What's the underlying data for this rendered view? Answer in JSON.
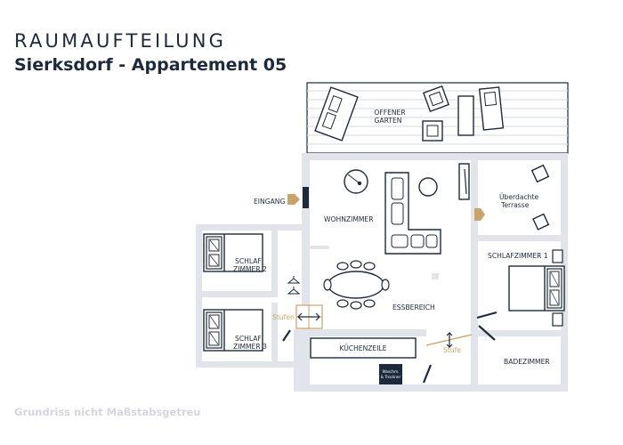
{
  "header": {
    "title": "RAUMAUFTEILUNG",
    "subtitle": "Sierksdorf - Appartement 05"
  },
  "footer": {
    "note": "Grundriss nicht Maßstabsgetreu"
  },
  "rooms": {
    "offener_garten_line1": "OFFENER",
    "offener_garten_line2": "GARTEN",
    "eingang": "EINGANG",
    "wohnzimmer": "WOHNZIMMER",
    "ueberdachte_terrasse_line1": "Überdachte",
    "ueberdachte_terrasse_line2": "Terrasse",
    "schlafzimmer_1": "SCHLAFZIMMER 1",
    "schlafzimmer_2_line1": "SCHLAF",
    "schlafzimmer_2_line2": "ZIMMER 2",
    "schlafzimmer_3_line1": "SCHLAF",
    "schlafzimmer_3_line2": "ZIMMER 3",
    "essbereich": "ESSBEREICH",
    "kuechenzeile": "KÜCHENZEILE",
    "stufen": "Stufen",
    "stufe": "Stufe",
    "badezimmer": "BADEZIMMER",
    "waschm_line1": "Waschm.",
    "waschm_line2": "& Trockner"
  },
  "colors": {
    "wall": "#e1e5eb",
    "ink": "#1d2a3b",
    "accent": "#c9a468",
    "background": "#ffffff"
  }
}
